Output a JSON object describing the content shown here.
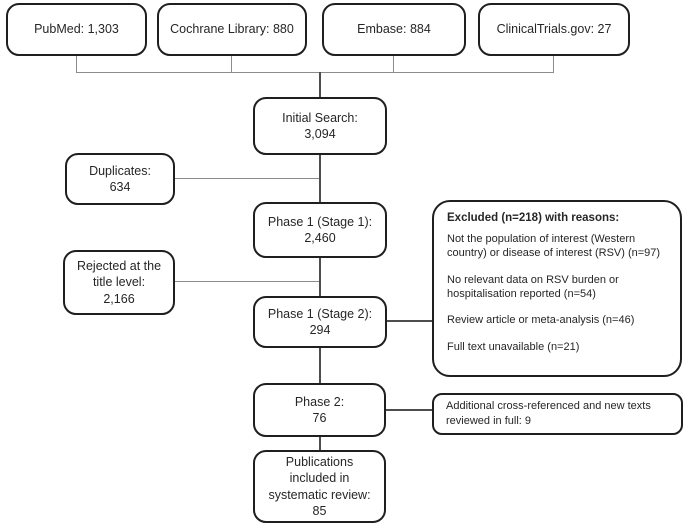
{
  "sources": [
    {
      "label": "PubMed: 1,303"
    },
    {
      "label": "Cochrane Library: 880"
    },
    {
      "label": "Embase: 884"
    },
    {
      "label": "ClinicalTrials.gov: 27"
    }
  ],
  "flow": {
    "initial_search": {
      "lines": [
        "Initial Search:",
        "3,094"
      ]
    },
    "duplicates": {
      "lines": [
        "Duplicates:",
        "634"
      ]
    },
    "phase1_stage1": {
      "lines": [
        "Phase 1 (Stage 1):",
        "2,460"
      ]
    },
    "rejected_title_level": {
      "lines": [
        "Rejected at the",
        "title level:",
        "2,166"
      ]
    },
    "phase1_stage2": {
      "lines": [
        "Phase 1 (Stage 2):",
        "294"
      ]
    },
    "phase2": {
      "lines": [
        "Phase 2:",
        "76"
      ]
    },
    "publications": {
      "lines": [
        "Publications",
        "included in",
        "systematic review:",
        "85"
      ]
    }
  },
  "excluded": {
    "title": "Excluded  (n=218) with reasons:",
    "reasons": [
      "Not the population of interest (Western country) or disease of interest (RSV) (n=97)",
      "No relevant data on RSV burden or hospitalisation reported  (n=54)",
      "Review article or meta-analysis (n=46)",
      "Full text unavailable (n=21)"
    ]
  },
  "additional": {
    "text": "Additional cross-referenced and new texts reviewed in full: 9"
  },
  "colors": {
    "box_border": "#1f1f1f",
    "connector": "#8c8c8c",
    "connector_dark": "#4d4d4d",
    "text": "#262626"
  }
}
